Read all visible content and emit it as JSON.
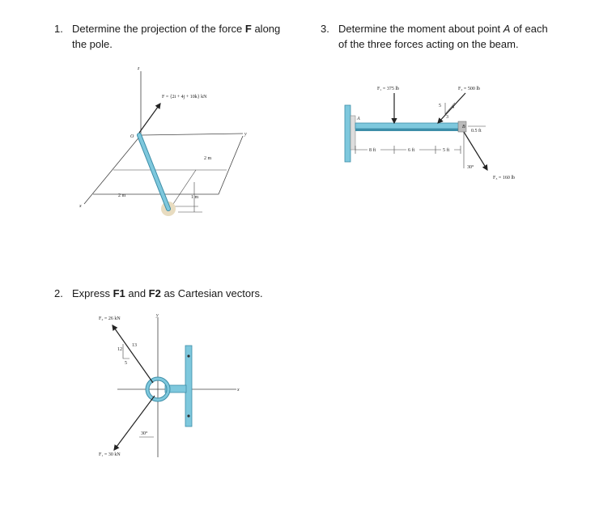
{
  "problems": [
    {
      "number": "1.",
      "text_before": "Determine the projection of the force ",
      "bold": "F",
      "text_after": " along the pole.",
      "figure": {
        "force_label": "F = {2i + 4j + 10k} kN",
        "axis_z": "z",
        "axis_y": "y",
        "axis_x": "x",
        "origin": "O",
        "dim_2m_a": "2 m",
        "dim_2m_b": "2 m",
        "dim_1m": "1 m"
      }
    },
    {
      "number": "2.",
      "text_before": "Express ",
      "bold1": "F1",
      "text_mid": " and ",
      "bold2": "F2",
      "text_after": " as Cartesian vectors.",
      "figure": {
        "f2_label": "F₂ = 26 kN",
        "f1_label": "F₁ = 30 kN",
        "axis_y": "y",
        "axis_x": "x",
        "tri_12": "12",
        "tri_13": "13",
        "tri_5": "5",
        "angle": "30°"
      }
    },
    {
      "number": "3.",
      "text_before": "Determine the moment about point ",
      "italic": "A",
      "text_after": " of each of the three forces acting on the beam.",
      "figure": {
        "f1_label": "F₁ = 375 lb",
        "f2_label": "F₂ = 500 lb",
        "f3_label": "F₃ = 160 lb",
        "point_a": "A",
        "point_b": "B",
        "dim_8ft": "8 ft",
        "dim_6ft": "6 ft",
        "dim_5ft": "5 ft",
        "dim_05ft": "0.5 ft",
        "tri_5": "5",
        "tri_4": "4",
        "tri_3": "3",
        "angle": "30°"
      }
    }
  ],
  "colors": {
    "pole": "#7ec8dd",
    "pole_edge": "#3d8ea8",
    "lines": "#333333",
    "wall": "#7ec8dd"
  }
}
